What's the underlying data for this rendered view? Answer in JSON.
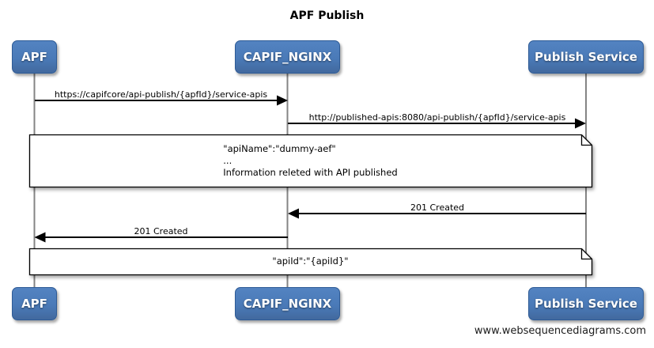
{
  "title": "APF Publish",
  "actors": [
    {
      "name": "APF"
    },
    {
      "name": "CAPIF_NGINX"
    },
    {
      "name": "Publish Service"
    }
  ],
  "messages": [
    {
      "from": "APF",
      "to": "CAPIF_NGINX",
      "label": "https://capifcore/api-publish/{apfId}/service-apis"
    },
    {
      "from": "CAPIF_NGINX",
      "to": "Publish Service",
      "label": "http://published-apis:8080/api-publish/{apfId}/service-apis"
    },
    {
      "from": "Publish Service",
      "to": "CAPIF_NGINX",
      "label": "201 Created"
    },
    {
      "from": "CAPIF_NGINX",
      "to": "APF",
      "label": "201 Created"
    }
  ],
  "notes": [
    {
      "lines": [
        "\"apiName\":\"dummy-aef\"",
        "...",
        "Information releted with API published"
      ]
    },
    {
      "lines": [
        "\"apiId\":\"{apiId}\""
      ]
    }
  ],
  "footer": "www.websequencediagrams.com",
  "colors": {
    "actor_fill": "#4a7ab8",
    "actor_border": "#2e5b96",
    "lifeline": "#848484",
    "arrow": "#000000",
    "note_bg": "#ffffff"
  }
}
